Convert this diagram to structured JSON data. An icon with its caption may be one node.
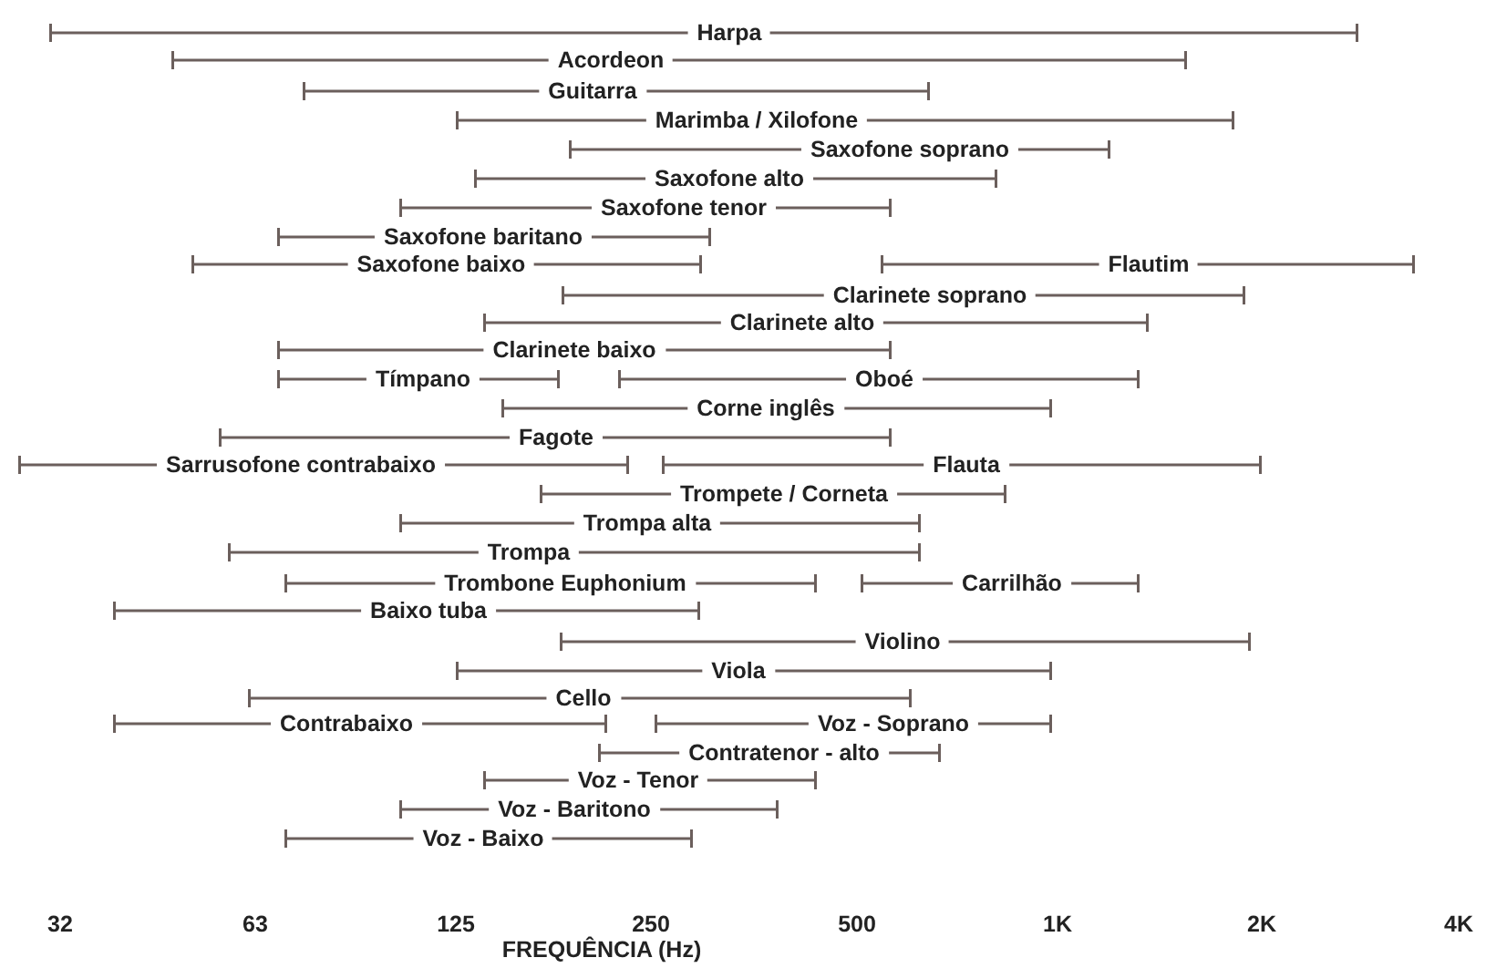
{
  "diagram": {
    "nodes": [
      {
        "text": [
          "Harpa"
        ]
      },
      {
        "text": [
          "Acordeon"
        ]
      },
      {
        "text": [
          "Guitarra"
        ]
      },
      {
        "text": [
          "Marimba / Xilofone"
        ]
      },
      {
        "text": [
          "Saxofone soprano"
        ]
      },
      {
        "text": [
          "Saxofone alto"
        ]
      },
      {
        "text": [
          "Saxofone tenor"
        ]
      },
      {
        "text": [
          "Saxofone baritano"
        ]
      },
      {
        "text": [
          "Saxofone baixo"
        ]
      },
      {
        "text": [
          "Flautim"
        ]
      },
      {
        "text": [
          "Clarinete soprano"
        ]
      },
      {
        "text": [
          "Clarinete alto"
        ]
      },
      {
        "text": [
          "Clarinete baixo"
        ]
      },
      {
        "text": [
          "Tímpano"
        ]
      },
      {
        "text": [
          "Oboé"
        ]
      },
      {
        "text": [
          "Corne inglês"
        ]
      },
      {
        "text": [
          "Fagote"
        ]
      },
      {
        "text": [
          "Sarrusofone contrabaixo"
        ]
      },
      {
        "text": [
          "Flauta"
        ]
      },
      {
        "text": [
          "Trompete / Corneta"
        ]
      },
      {
        "text": [
          "Trompa alta"
        ]
      },
      {
        "text": [
          "Trompa"
        ]
      },
      {
        "text": [
          "Trombone Euphonium"
        ]
      },
      {
        "text": [
          "Carrilhão"
        ]
      },
      {
        "text": [
          "Baixo tuba"
        ]
      },
      {
        "text": [
          "Violino"
        ]
      },
      {
        "text": [
          "Viola"
        ]
      },
      {
        "text": [
          "Cello"
        ]
      },
      {
        "text": [
          "Contrabaixo"
        ]
      },
      {
        "text": [
          "Voz - Soprano"
        ]
      },
      {
        "text": [
          "Contratenor - alto"
        ]
      },
      {
        "text": [
          "Voz - Tenor"
        ]
      },
      {
        "text": [
          "Voz - Baritono"
        ]
      },
      {
        "text": [
          "Voz - Baixo"
        ]
      }
    ],
    "labels": [
      "32",
      "63",
      "125",
      "250",
      "500",
      "1K",
      "2K",
      "4K",
      "FREQUÊNCIA (Hz)"
    ]
  }
}
